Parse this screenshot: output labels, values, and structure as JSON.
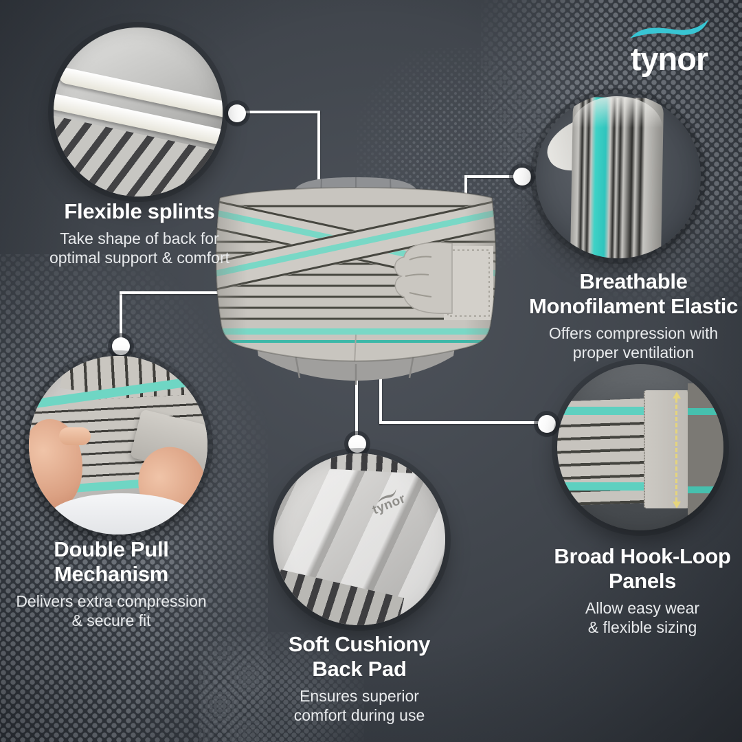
{
  "brand": {
    "name": "tynor"
  },
  "colors": {
    "background": "#42474e",
    "accent_teal": "#54cfc2",
    "logo_swoosh": "#38c5d3",
    "heading_text": "#ffffff",
    "body_text": "#e9ebed"
  },
  "features": [
    {
      "id": "flexible-splints",
      "title_lines": [
        "Flexible splints"
      ],
      "desc_lines": [
        "Take shape of back for",
        "optimal support & comfort"
      ]
    },
    {
      "id": "breathable-monofilament-elastic",
      "title_lines": [
        "Breathable",
        "Monofilament Elastic"
      ],
      "desc_lines": [
        "Offers compression with",
        "proper ventilation"
      ]
    },
    {
      "id": "double-pull-mechanism",
      "title_lines": [
        "Double Pull",
        "Mechanism"
      ],
      "desc_lines": [
        "Delivers extra compression",
        "& secure fit"
      ]
    },
    {
      "id": "soft-cushiony-back-pad",
      "title_lines": [
        "Soft Cushiony",
        "Back Pad"
      ],
      "desc_lines": [
        "Ensures superior",
        "comfort during use"
      ]
    },
    {
      "id": "broad-hook-loop-panels",
      "title_lines": [
        "Broad Hook-Loop",
        "Panels"
      ],
      "desc_lines": [
        "Allow easy wear",
        "& flexible sizing"
      ]
    }
  ],
  "product": {
    "description": "Grey elastic lumbar back support belt with teal stripes",
    "pad_logo": "tynor"
  }
}
